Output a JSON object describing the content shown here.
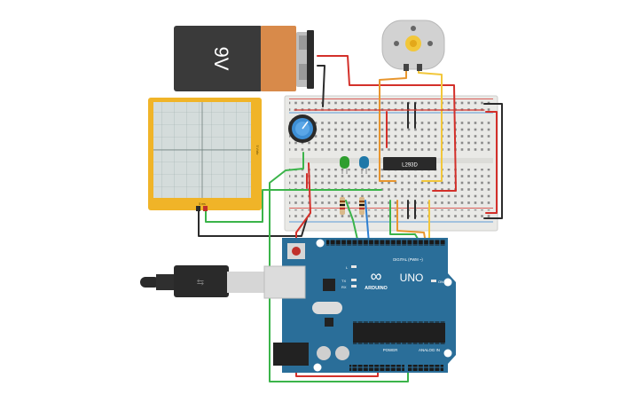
{
  "battery": {
    "label": "9V",
    "icon": "battery-9v-icon"
  },
  "motor": {
    "icon": "dc-motor-icon"
  },
  "oscilloscope": {
    "icon": "oscilloscope-icon",
    "side_label": "5 V/div",
    "bottom_label": "5 ms"
  },
  "potentiometer": {
    "icon": "potentiometer-icon"
  },
  "leds": [
    {
      "color": "#2e9e2e",
      "name": "green-led"
    },
    {
      "color": "#1f78a8",
      "name": "blue-led"
    }
  ],
  "ic": {
    "label": "L293D"
  },
  "arduino": {
    "logo_text": "ARDUINO",
    "model": "UNO",
    "digital_header": "DIGITAL (PWM ~)",
    "power_header": "POWER",
    "analog_header": "ANALOG IN",
    "led_l": "L",
    "led_tx": "TX",
    "led_rx": "RX",
    "on_label": "ON",
    "board_color": "#2a6e99"
  },
  "wire_colors": {
    "red": "#d3302a",
    "black": "#2b2b2b",
    "green": "#3bb44a",
    "orange": "#e8962e",
    "yellow": "#f2c73a",
    "blue": "#2e7fd1"
  }
}
